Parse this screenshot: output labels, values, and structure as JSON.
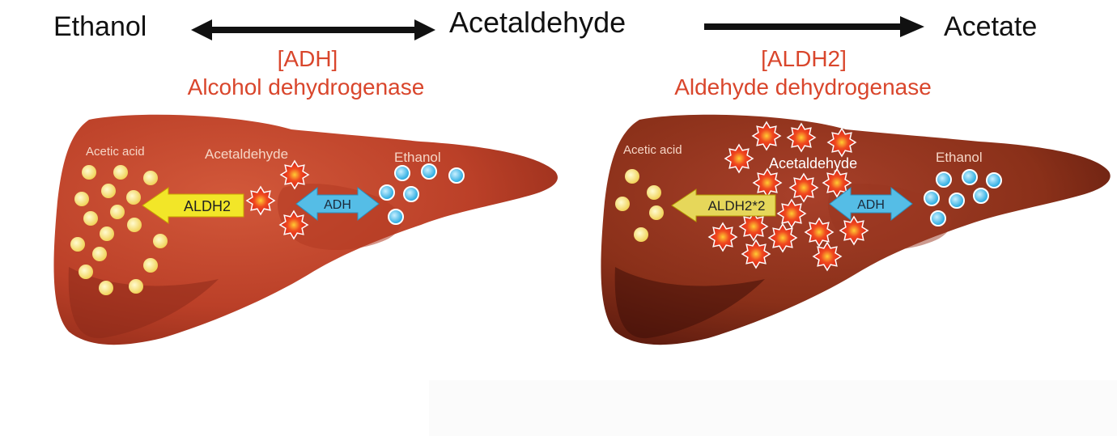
{
  "pathway": {
    "step1": "Ethanol",
    "step2": "Acetaldehyde",
    "step3": "Acetate"
  },
  "enzymes": {
    "adh_abbrev": "[ADH]",
    "adh_name": "Alcohol dehydrogenase",
    "aldh_abbrev": "[ALDH2]",
    "aldh_name": "Aldehyde dehydrogenase"
  },
  "liver_normal": {
    "acetic_acid_label": "Acetic acid",
    "acetaldehyde_label": "Acetaldehyde",
    "ethanol_label": "Ethanol",
    "aldh_arrow_label": "ALDH2",
    "adh_arrow_label": "ADH"
  },
  "liver_variant": {
    "acetic_acid_label": "Acetic acid",
    "acetaldehyde_label": "Acetaldehyde",
    "ethanol_label": "Ethanol",
    "aldh_arrow_label": "ALDH2*2",
    "adh_arrow_label": "ADH"
  },
  "colors": {
    "enzyme_text": "#d9462c",
    "liver_normal": "#c2452b",
    "liver_variant": "#7a2414",
    "acetic_acid_dot": "#f7e27a",
    "ethanol_dot": "#4cc3ea",
    "acetaldehyde_star": "#e8341f",
    "aldh_arrow": "#f2e628",
    "adh_arrow": "#55bde6"
  }
}
